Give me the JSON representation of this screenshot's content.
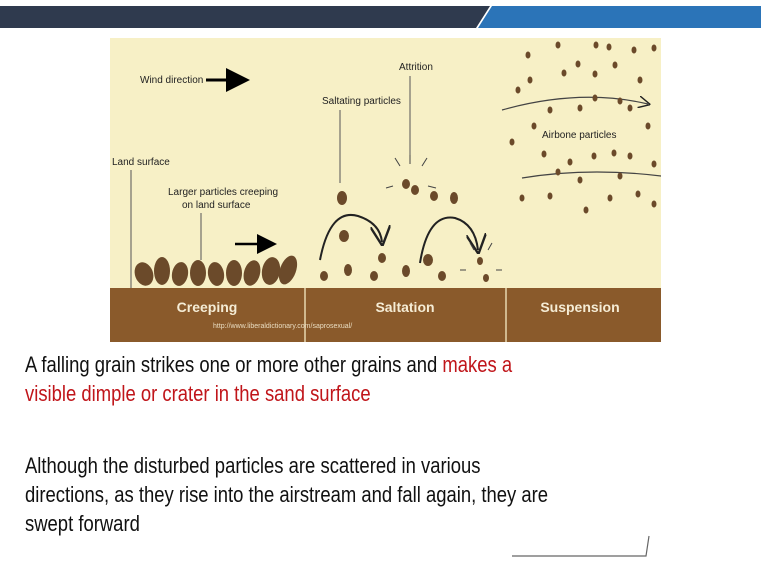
{
  "diagram": {
    "wind_label": "Wind direction",
    "attrition_label": "Attrition",
    "saltating_label": "Saltating particles",
    "land_surface_label": "Land surface",
    "creeping_label_line1": "Larger particles creeping",
    "creeping_label_line2": "on land surface",
    "airborne_label": "Airbone particles",
    "zones": [
      "Creeping",
      "Saltation",
      "Suspension"
    ],
    "source_url": "http://www.liberaldictionary.com/saprosexual/",
    "colors": {
      "background": "#f7f0c6",
      "ground": "#8a5a2b",
      "particle": "#6b4a2a"
    }
  },
  "text": {
    "p1_black": "A falling grain strikes one or more other grains and",
    "p1_red_a": "makes a",
    "p1_red_b": "visible dimple or crater in the sand surface",
    "p2_line1_words": [
      "Although",
      "the",
      "disturbed",
      "particles",
      "are",
      "scattered",
      "in",
      "various"
    ],
    "p2_line2": "directions, as they rise into the airstream and fall again, they are",
    "p2_line3": "swept forward"
  }
}
